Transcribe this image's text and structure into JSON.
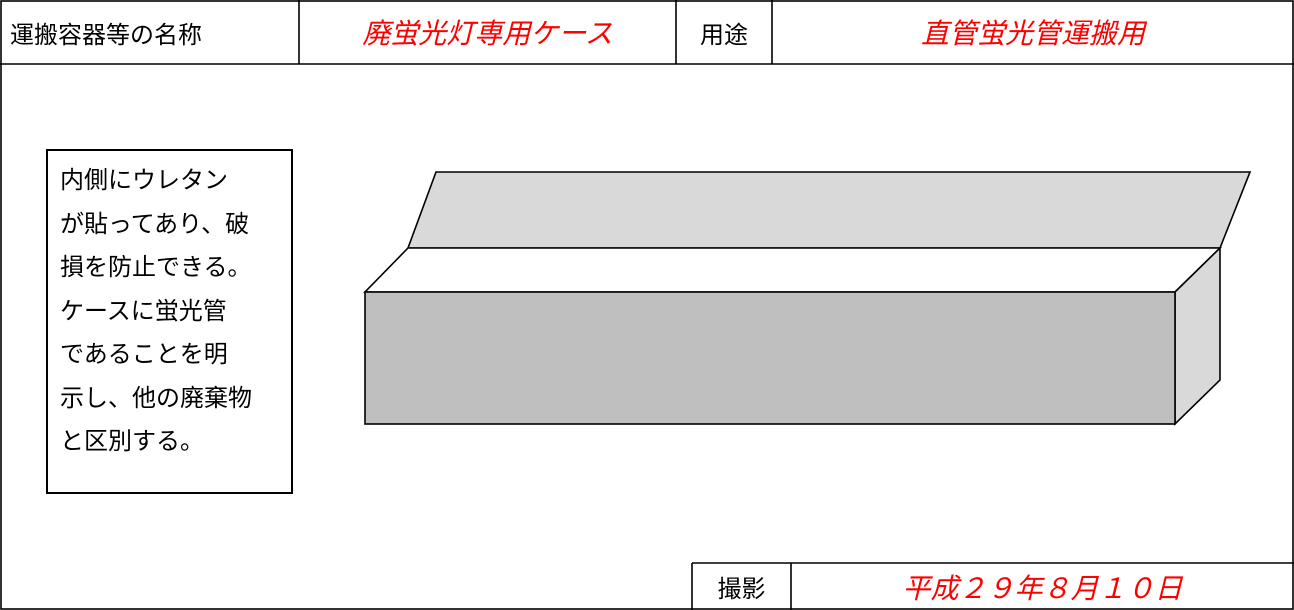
{
  "header": {
    "container_name_label": "運搬容器等の名称",
    "container_name_value": "廃蛍光灯専用ケース",
    "usage_label": "用途",
    "usage_value": "直管蛍光管運搬用"
  },
  "note": {
    "lines": [
      "内側にウレタン",
      "が貼ってあり、破",
      "損を防止できる。",
      "ケースに蛍光管",
      "であることを明",
      "示し、他の廃棄物",
      "と区別する。"
    ]
  },
  "footer": {
    "photo_label": "撮影",
    "photo_date": "平成２９年８月１０日"
  },
  "colors": {
    "value_text": "#ff0000",
    "box_front": "#bfbfbf",
    "box_lid": "#d9d9d9",
    "box_side": "#d9d9d9",
    "box_top": "#ffffff"
  }
}
